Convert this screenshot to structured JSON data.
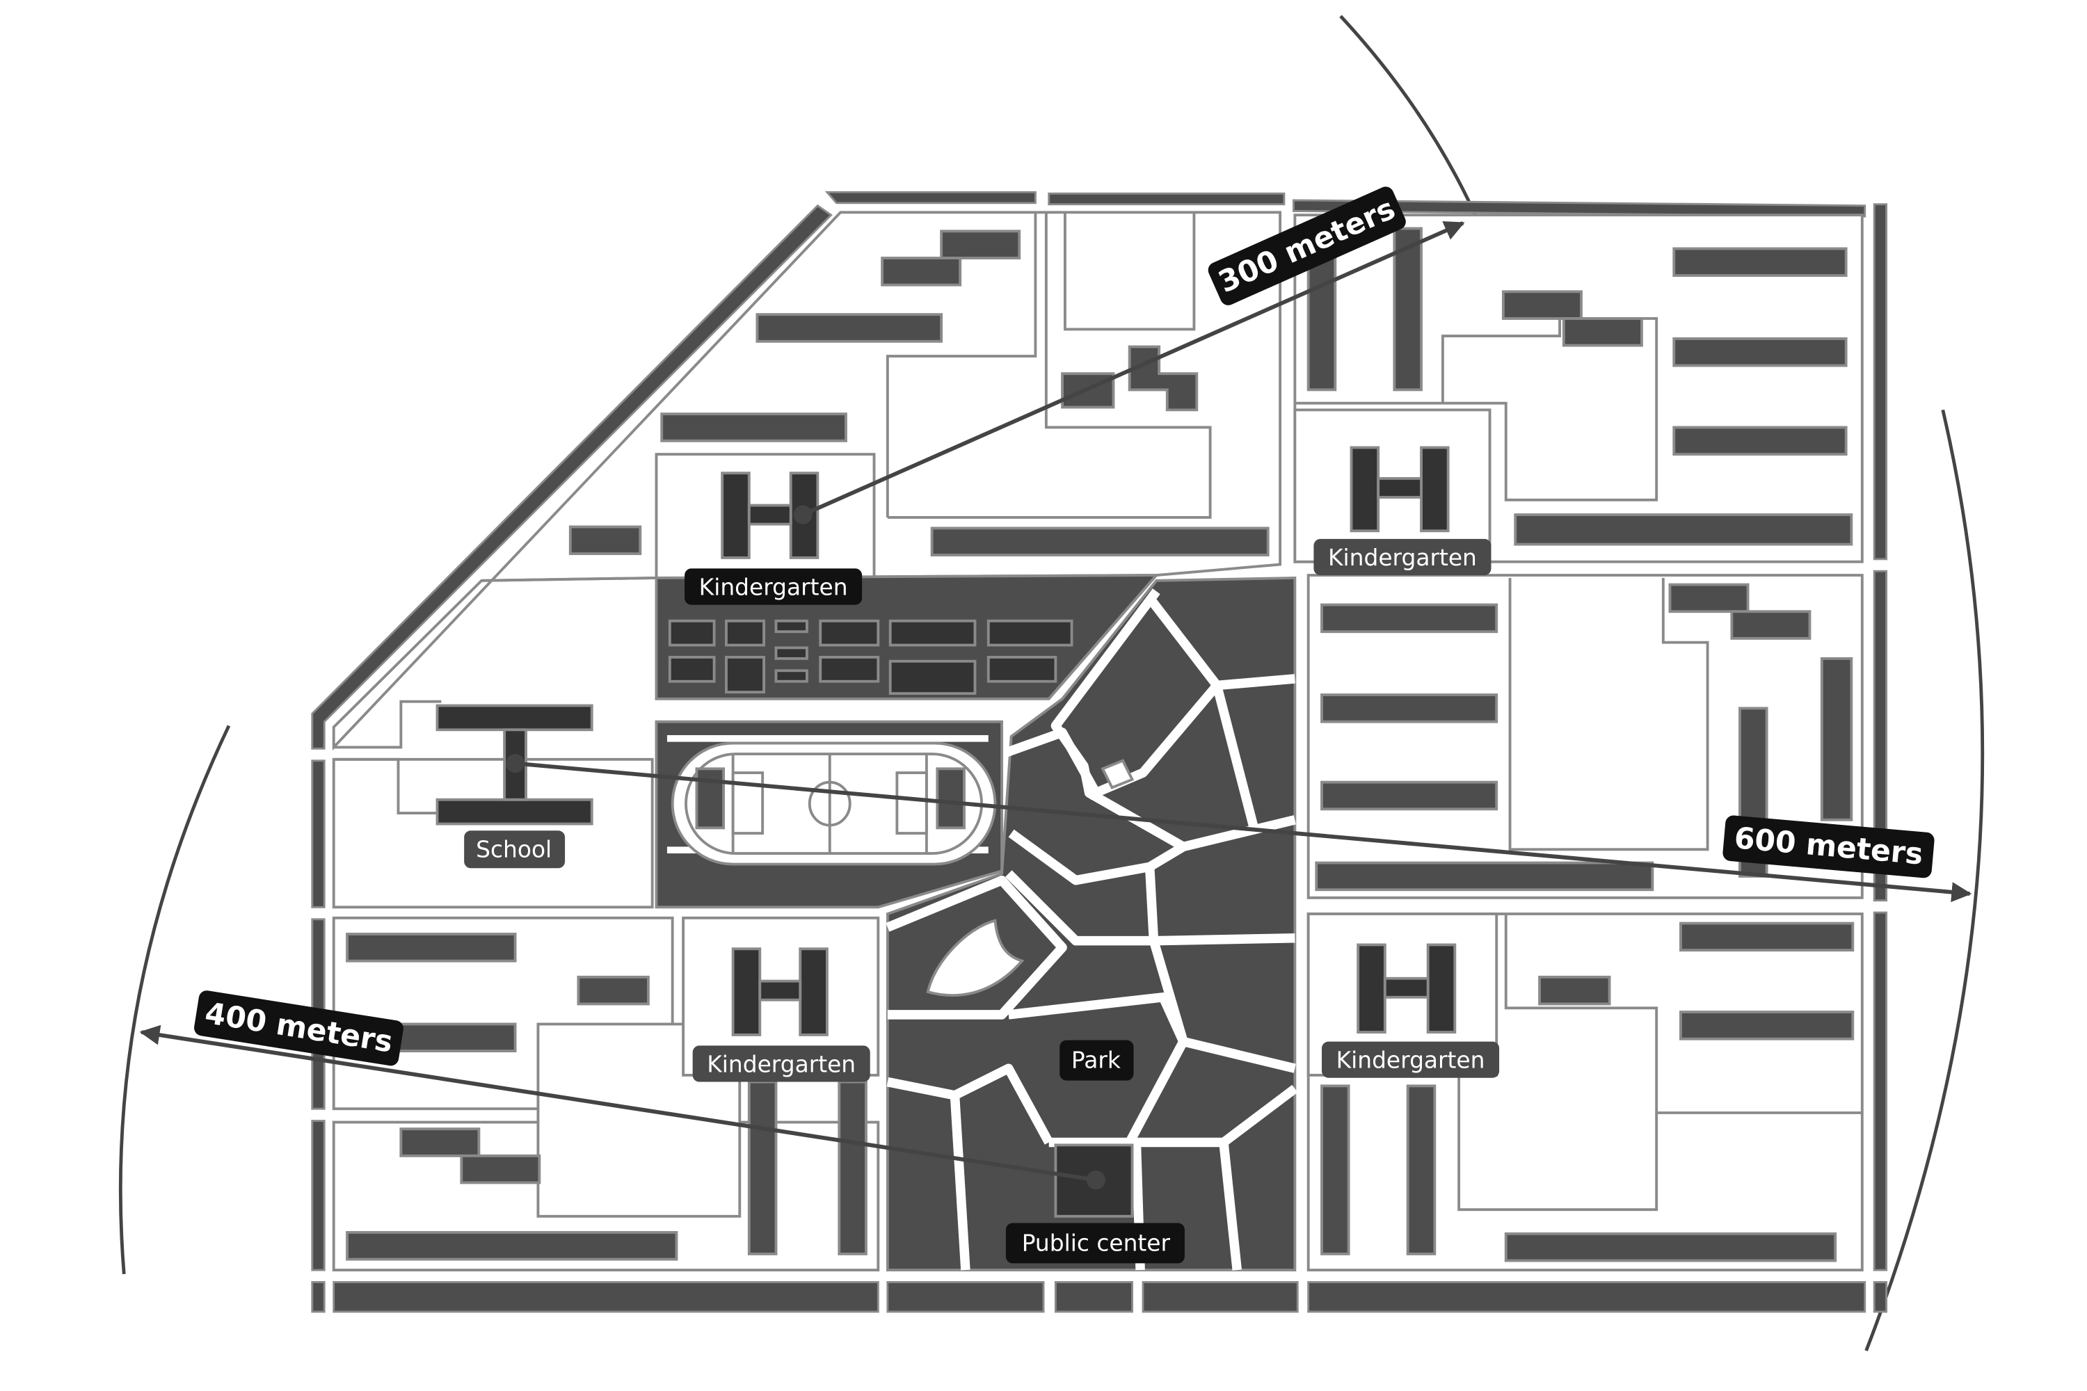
{
  "labels": {
    "kindergarten_nw": "Kindergarten",
    "kindergarten_ne": "Kindergarten",
    "kindergarten_sw": "Kindergarten",
    "kindergarten_se": "Kindergarten",
    "school": "School",
    "park": "Park",
    "public_center": "Public center"
  },
  "distances": {
    "d300": "300 meters",
    "d600": "600 meters",
    "d400": "400 meters"
  },
  "colors": {
    "building": "#4d4d4d",
    "label_dark": "#111111",
    "label_grey": "#4a4a4a",
    "outline": "#8a8a8a"
  }
}
